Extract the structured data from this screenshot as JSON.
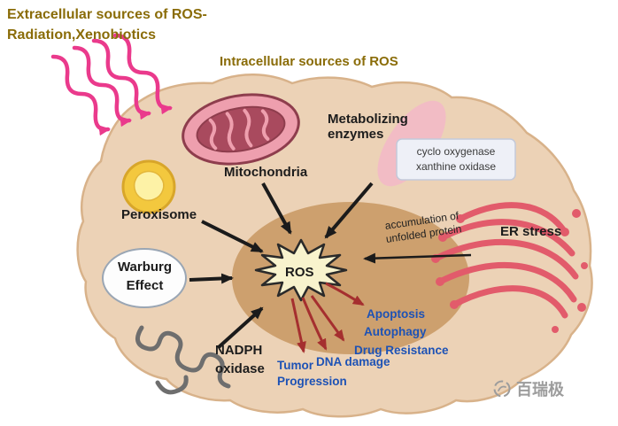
{
  "titles": {
    "extracellular_line1": "Extracellular sources of ROS-",
    "extracellular_line2": "Radiation,Xenobiotics",
    "intracellular": "Intracellular sources of ROS"
  },
  "labels": {
    "mitochondria": "Mitochondria",
    "peroxisome": "Peroxisome",
    "metabolizing_line1": "Metabolizing",
    "metabolizing_line2": "enzymes",
    "enzyme_box_line1": "cyclo oxygenase",
    "enzyme_box_line2": "xanthine oxidase",
    "er_stress": "ER stress",
    "warburg_line1": "Warburg",
    "warburg_line2": "Effect",
    "nadph_line1": "NADPH",
    "nadph_line2": "oxidase",
    "ros": "ROS"
  },
  "annotations": {
    "unfolded_line1": "accumulation of",
    "unfolded_line2": "unfolded protein"
  },
  "outcomes": {
    "apoptosis": "Apoptosis",
    "autophagy": "Autophagy",
    "drug_resistance": "Drug Resistance",
    "dna_damage": "DNA damage",
    "tumor_line1": "Tumor",
    "tumor_line2": "Progression"
  },
  "watermark": {
    "brand": "百瑞极"
  },
  "colors": {
    "title_text": "#8a6c08",
    "outcome_text": "#1d52b5",
    "radiation_arrow": "#ea3a8c",
    "effect_arrow": "#a52f2f",
    "source_arrow": "#1b1b1b",
    "cell_fill": "#ecd2b6",
    "nucleus_fill": "#cda06e",
    "mitochondria_fill": "#ee9fae",
    "peroxisome_fill": "#f3c83e",
    "er_fill": "#e25b6b",
    "ros_star_fill": "#f8f3cd"
  }
}
